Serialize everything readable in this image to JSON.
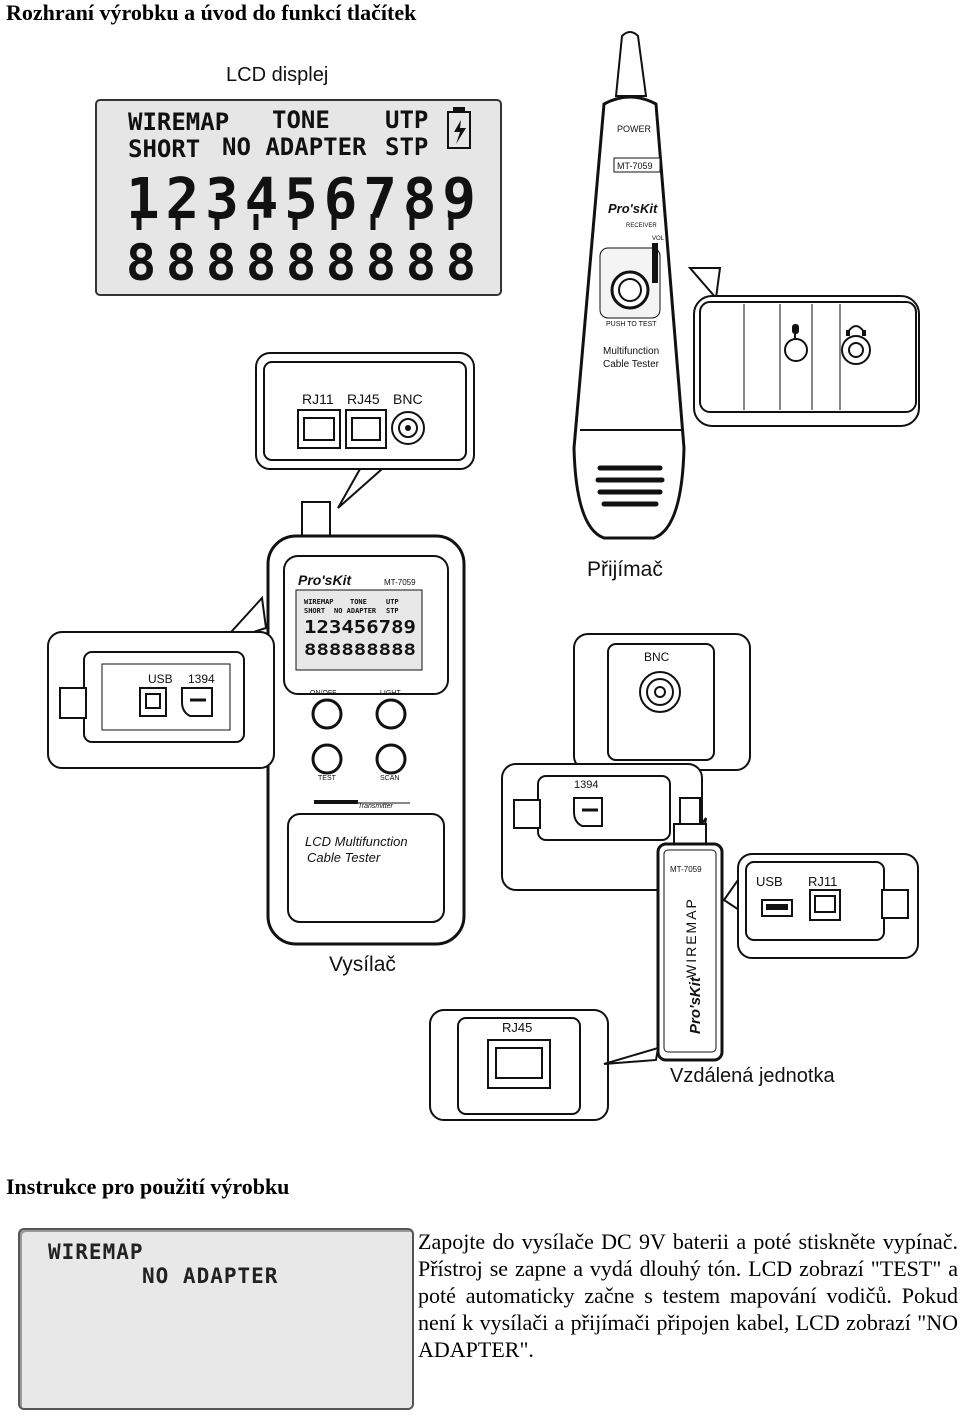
{
  "section1": {
    "title": "Rozhraní výrobku a úvod do funkcí tlačítek"
  },
  "figure": {
    "lcd_label": "LCD displej",
    "lcd": {
      "wiremap": "WIREMAP",
      "tone": "TONE",
      "utp": "UTP",
      "short": "SHORT",
      "no_adapter": "NO ADAPTER",
      "stp": "STP",
      "digits": "123456789",
      "segments": "888888888"
    },
    "receiver": {
      "power": "POWER",
      "model": "MT-7059",
      "brand": "Pro'sKit",
      "receiver_text": "RECEIVER",
      "vol": "VOL",
      "push_to_test": "PUSH TO TEST",
      "line1": "Multifunction",
      "line2": "Cable Tester",
      "caption": "Přijímač"
    },
    "transmitter": {
      "brand": "Pro'sKit",
      "model": "MT-7059",
      "on_off": "ON/OFF",
      "light": "LIGHT",
      "test": "TEST",
      "scan": "SCAN",
      "transmitter_text": "Transmitter",
      "line1": "LCD Multifunction",
      "line2": "Cable Tester",
      "caption": "Vysílač"
    },
    "ports_top": {
      "rj11": "RJ11",
      "rj45": "RJ45",
      "bnc": "BNC"
    },
    "ports_left": {
      "usb": "USB",
      "ieee": "1394"
    },
    "ports_bnc": {
      "bnc": "BNC"
    },
    "ports_1394": {
      "ieee": "1394"
    },
    "ports_remote": {
      "usb": "USB",
      "rj11": "RJ11"
    },
    "ports_rj45": {
      "rj45": "RJ45"
    },
    "remote": {
      "model": "MT-7059",
      "wiremap": "WIREMAP",
      "brand": "Pro'sKit",
      "caption": "Vzdálená jednotka"
    }
  },
  "section2": {
    "title": "Instrukce pro použití výrobku",
    "lcd_wiremap": "WIREMAP",
    "lcd_no_adapter": "NO ADAPTER",
    "paragraph": "Zapojte do vysílače DC 9V baterii a poté stiskněte vypínač. Přístroj se zapne a vydá dlouhý tón. LCD zobrazí \"TEST\" a poté automaticky začne s testem mapování vodičů. Pokud není k vysílači a přijímači připojen kabel, LCD zobrazí \"NO ADAPTER\"."
  }
}
